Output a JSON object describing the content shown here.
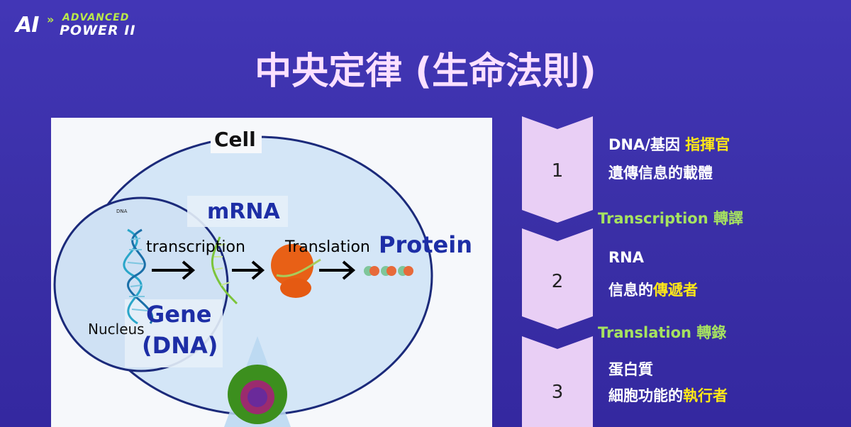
{
  "logo": {
    "ai": "AI",
    "advanced": "ADVANCED",
    "power": "POWER II"
  },
  "title": "中央定律 (生命法則)",
  "diagram": {
    "cell": "Cell",
    "mrna": "mRNA",
    "transcription": "transcription",
    "translation": "Translation",
    "protein": "Protein",
    "gene": "Gene",
    "dna": "(DNA)",
    "nucleus": "Nucleus",
    "dna_small": "DNA"
  },
  "steps": [
    {
      "number": "1",
      "line1": "DNA/基因 ",
      "line1_highlight": "指揮官",
      "line2": "遺傳信息的載體",
      "line2_highlight": ""
    },
    {
      "number": "2",
      "line1": "RNA",
      "line1_highlight": "",
      "line2": "信息的",
      "line2_highlight": "傳遞者"
    },
    {
      "number": "3",
      "line1": "蛋白質",
      "line1_highlight": "",
      "line2": "細胞功能的",
      "line2_highlight": "執行者"
    }
  ],
  "connectors": [
    "Transcription 轉譯",
    "Translation 轉錄"
  ],
  "colors": {
    "background": "#3a2fa6",
    "title": "#fbe0ff",
    "highlight": "#ffe817",
    "connector": "#a6e260",
    "chevron": "#e9cff5"
  }
}
